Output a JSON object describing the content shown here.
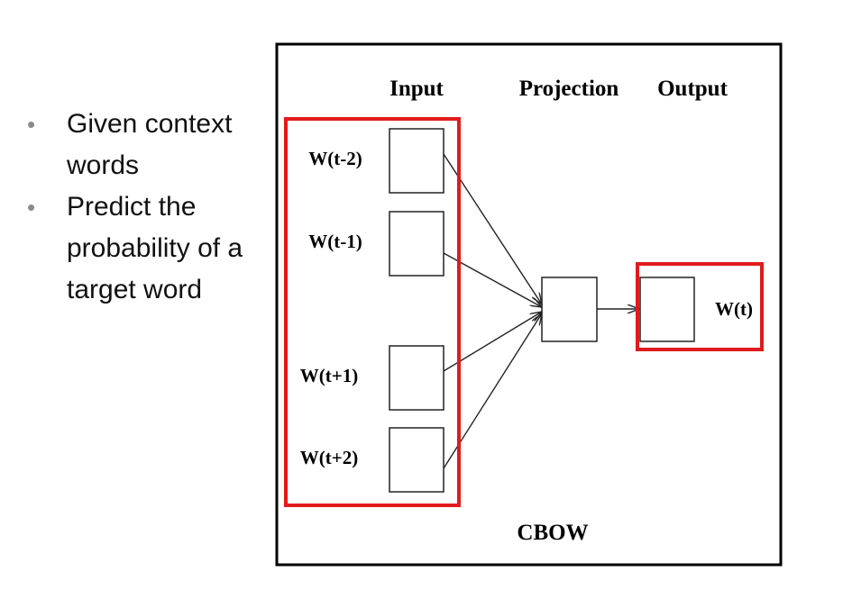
{
  "bullets": [
    {
      "text": "Given context words"
    },
    {
      "text": "Predict the probability of a target word"
    }
  ],
  "diagram": {
    "headers": {
      "input": "Input",
      "projection": "Projection",
      "output": "Output"
    },
    "inputs": [
      "W(t-2)",
      "W(t-1)",
      "W(t+1)",
      "W(t+2)"
    ],
    "output": "W(t)",
    "caption": "CBOW",
    "colors": {
      "frame": "#000000",
      "highlight": "#e01b1b",
      "text": "#000000"
    }
  }
}
